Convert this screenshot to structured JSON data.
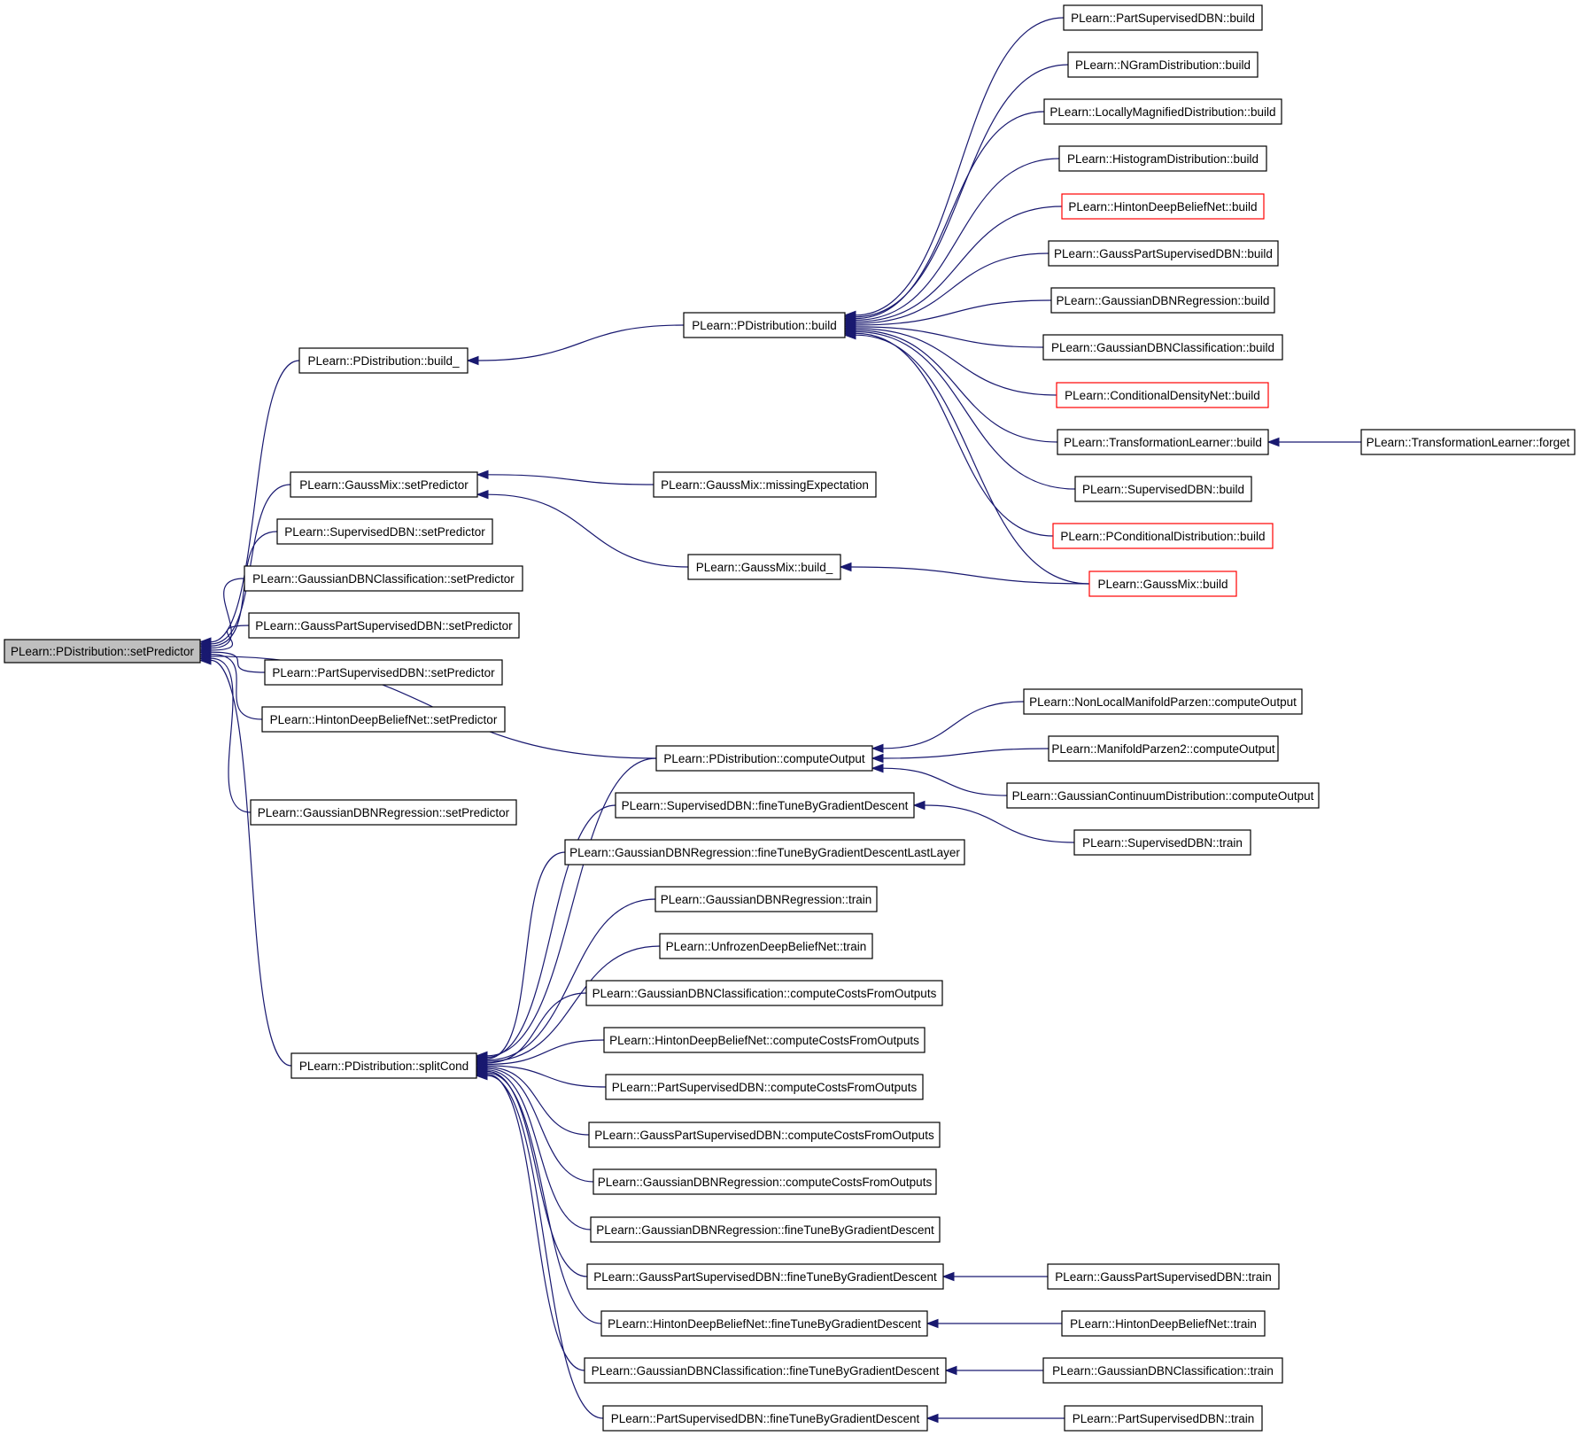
{
  "colors": {
    "edge": "#191970",
    "border": "#000000",
    "border_incomplete": "#ff0000",
    "root_fill": "#bfbfbf",
    "node_fill": "#ffffff"
  },
  "nodes": [
    {
      "id": "root",
      "label": "PLearn::PDistribution::setPredictor",
      "style": "root"
    },
    {
      "id": "pd_build_",
      "label": "PLearn::PDistribution::build_",
      "style": "normal"
    },
    {
      "id": "gm_setPred",
      "label": "PLearn::GaussMix::setPredictor",
      "style": "normal"
    },
    {
      "id": "sdbn_setPred",
      "label": "PLearn::SupervisedDBN::setPredictor",
      "style": "normal"
    },
    {
      "id": "gdbnc_setPred",
      "label": "PLearn::GaussianDBNClassification::setPredictor",
      "style": "normal"
    },
    {
      "id": "gpsdbn_setPred",
      "label": "PLearn::GaussPartSupervisedDBN::setPredictor",
      "style": "normal"
    },
    {
      "id": "psdbn_setPred",
      "label": "PLearn::PartSupervisedDBN::setPredictor",
      "style": "normal"
    },
    {
      "id": "hdbn_setPred",
      "label": "PLearn::HintonDeepBeliefNet::setPredictor",
      "style": "normal"
    },
    {
      "id": "gdbnr_setPred",
      "label": "PLearn::GaussianDBNRegression::setPredictor",
      "style": "normal"
    },
    {
      "id": "pd_splitCond",
      "label": "PLearn::PDistribution::splitCond",
      "style": "normal"
    },
    {
      "id": "pd_build",
      "label": "PLearn::PDistribution::build",
      "style": "normal"
    },
    {
      "id": "gm_missExp",
      "label": "PLearn::GaussMix::missingExpectation",
      "style": "normal"
    },
    {
      "id": "gm_build_",
      "label": "PLearn::GaussMix::build_",
      "style": "normal"
    },
    {
      "id": "pd_compOut",
      "label": "PLearn::PDistribution::computeOutput",
      "style": "normal"
    },
    {
      "id": "sdbn_ftbgd",
      "label": "PLearn::SupervisedDBN::fineTuneByGradientDescent",
      "style": "normal"
    },
    {
      "id": "gdbnr_ftbgdll",
      "label": "PLearn::GaussianDBNRegression::fineTuneByGradientDescentLastLayer",
      "style": "normal"
    },
    {
      "id": "gdbnr_train",
      "label": "PLearn::GaussianDBNRegression::train",
      "style": "normal"
    },
    {
      "id": "udbn_train",
      "label": "PLearn::UnfrozenDeepBeliefNet::train",
      "style": "normal"
    },
    {
      "id": "gdbnc_ccfo",
      "label": "PLearn::GaussianDBNClassification::computeCostsFromOutputs",
      "style": "normal"
    },
    {
      "id": "hdbn_ccfo",
      "label": "PLearn::HintonDeepBeliefNet::computeCostsFromOutputs",
      "style": "normal"
    },
    {
      "id": "psdbn_ccfo",
      "label": "PLearn::PartSupervisedDBN::computeCostsFromOutputs",
      "style": "normal"
    },
    {
      "id": "gpsdbn_ccfo",
      "label": "PLearn::GaussPartSupervisedDBN::computeCostsFromOutputs",
      "style": "normal"
    },
    {
      "id": "gdbnr_ccfo",
      "label": "PLearn::GaussianDBNRegression::computeCostsFromOutputs",
      "style": "normal"
    },
    {
      "id": "gdbnr_ftbgd",
      "label": "PLearn::GaussianDBNRegression::fineTuneByGradientDescent",
      "style": "normal"
    },
    {
      "id": "gpsdbn_ftbgd",
      "label": "PLearn::GaussPartSupervisedDBN::fineTuneByGradientDescent",
      "style": "normal"
    },
    {
      "id": "hdbn_ftbgd",
      "label": "PLearn::HintonDeepBeliefNet::fineTuneByGradientDescent",
      "style": "normal"
    },
    {
      "id": "gdbnc_ftbgd",
      "label": "PLearn::GaussianDBNClassification::fineTuneByGradientDescent",
      "style": "normal"
    },
    {
      "id": "psdbn_ftbgd",
      "label": "PLearn::PartSupervisedDBN::fineTuneByGradientDescent",
      "style": "normal"
    },
    {
      "id": "psdbn_build",
      "label": "PLearn::PartSupervisedDBN::build",
      "style": "normal"
    },
    {
      "id": "ngram_build",
      "label": "PLearn::NGramDistribution::build",
      "style": "normal"
    },
    {
      "id": "lmd_build",
      "label": "PLearn::LocallyMagnifiedDistribution::build",
      "style": "normal"
    },
    {
      "id": "hist_build",
      "label": "PLearn::HistogramDistribution::build",
      "style": "normal"
    },
    {
      "id": "hdbn_build",
      "label": "PLearn::HintonDeepBeliefNet::build",
      "style": "red"
    },
    {
      "id": "gpsdbn_build",
      "label": "PLearn::GaussPartSupervisedDBN::build",
      "style": "normal"
    },
    {
      "id": "gdbnr_build",
      "label": "PLearn::GaussianDBNRegression::build",
      "style": "normal"
    },
    {
      "id": "gdbnc_build",
      "label": "PLearn::GaussianDBNClassification::build",
      "style": "normal"
    },
    {
      "id": "cdn_build",
      "label": "PLearn::ConditionalDensityNet::build",
      "style": "red"
    },
    {
      "id": "tl_build",
      "label": "PLearn::TransformationLearner::build",
      "style": "normal"
    },
    {
      "id": "sdbn_build",
      "label": "PLearn::SupervisedDBN::build",
      "style": "normal"
    },
    {
      "id": "pcd_build",
      "label": "PLearn::PConditionalDistribution::build",
      "style": "red"
    },
    {
      "id": "gm_build",
      "label": "PLearn::GaussMix::build",
      "style": "red"
    },
    {
      "id": "nlmp_compOut",
      "label": "PLearn::NonLocalManifoldParzen::computeOutput",
      "style": "normal"
    },
    {
      "id": "mp2_compOut",
      "label": "PLearn::ManifoldParzen2::computeOutput",
      "style": "normal"
    },
    {
      "id": "gcd_compOut",
      "label": "PLearn::GaussianContinuumDistribution::computeOutput",
      "style": "normal"
    },
    {
      "id": "sdbn_train",
      "label": "PLearn::SupervisedDBN::train",
      "style": "normal"
    },
    {
      "id": "gpsdbn_train",
      "label": "PLearn::GaussPartSupervisedDBN::train",
      "style": "normal"
    },
    {
      "id": "hdbn_train",
      "label": "PLearn::HintonDeepBeliefNet::train",
      "style": "normal"
    },
    {
      "id": "gdbnc_train",
      "label": "PLearn::GaussianDBNClassification::train",
      "style": "normal"
    },
    {
      "id": "psdbn_train",
      "label": "PLearn::PartSupervisedDBN::train",
      "style": "normal"
    },
    {
      "id": "tl_forget",
      "label": "PLearn::TransformationLearner::forget",
      "style": "normal"
    }
  ],
  "edges": [
    [
      "pd_build_",
      "root"
    ],
    [
      "gm_setPred",
      "root"
    ],
    [
      "sdbn_setPred",
      "root"
    ],
    [
      "gdbnc_setPred",
      "root"
    ],
    [
      "gpsdbn_setPred",
      "root"
    ],
    [
      "psdbn_setPred",
      "root"
    ],
    [
      "hdbn_setPred",
      "root"
    ],
    [
      "pd_compOut",
      "root"
    ],
    [
      "gdbnr_setPred",
      "root"
    ],
    [
      "pd_splitCond",
      "root"
    ],
    [
      "pd_build",
      "pd_build_"
    ],
    [
      "gm_missExp",
      "gm_setPred"
    ],
    [
      "gm_build_",
      "gm_setPred"
    ],
    [
      "psdbn_build",
      "pd_build"
    ],
    [
      "ngram_build",
      "pd_build"
    ],
    [
      "lmd_build",
      "pd_build"
    ],
    [
      "hist_build",
      "pd_build"
    ],
    [
      "hdbn_build",
      "pd_build"
    ],
    [
      "gpsdbn_build",
      "pd_build"
    ],
    [
      "gdbnr_build",
      "pd_build"
    ],
    [
      "gdbnc_build",
      "pd_build"
    ],
    [
      "cdn_build",
      "pd_build"
    ],
    [
      "tl_build",
      "pd_build"
    ],
    [
      "sdbn_build",
      "pd_build"
    ],
    [
      "pcd_build",
      "pd_build"
    ],
    [
      "gm_build",
      "pd_build"
    ],
    [
      "gm_build",
      "gm_build_"
    ],
    [
      "tl_forget",
      "tl_build"
    ],
    [
      "nlmp_compOut",
      "pd_compOut"
    ],
    [
      "mp2_compOut",
      "pd_compOut"
    ],
    [
      "gcd_compOut",
      "pd_compOut"
    ],
    [
      "sdbn_train",
      "sdbn_ftbgd"
    ],
    [
      "pd_compOut",
      "pd_splitCond"
    ],
    [
      "sdbn_ftbgd",
      "pd_splitCond"
    ],
    [
      "gdbnr_ftbgdll",
      "pd_splitCond"
    ],
    [
      "gdbnr_train",
      "pd_splitCond"
    ],
    [
      "udbn_train",
      "pd_splitCond"
    ],
    [
      "gdbnc_ccfo",
      "pd_splitCond"
    ],
    [
      "hdbn_ccfo",
      "pd_splitCond"
    ],
    [
      "psdbn_ccfo",
      "pd_splitCond"
    ],
    [
      "gpsdbn_ccfo",
      "pd_splitCond"
    ],
    [
      "gdbnr_ccfo",
      "pd_splitCond"
    ],
    [
      "gdbnr_ftbgd",
      "pd_splitCond"
    ],
    [
      "gpsdbn_ftbgd",
      "pd_splitCond"
    ],
    [
      "hdbn_ftbgd",
      "pd_splitCond"
    ],
    [
      "gdbnc_ftbgd",
      "pd_splitCond"
    ],
    [
      "psdbn_ftbgd",
      "pd_splitCond"
    ],
    [
      "gpsdbn_train",
      "gpsdbn_ftbgd"
    ],
    [
      "hdbn_train",
      "hdbn_ftbgd"
    ],
    [
      "gdbnc_train",
      "gdbnc_ftbgd"
    ],
    [
      "psdbn_train",
      "psdbn_ftbgd"
    ]
  ]
}
